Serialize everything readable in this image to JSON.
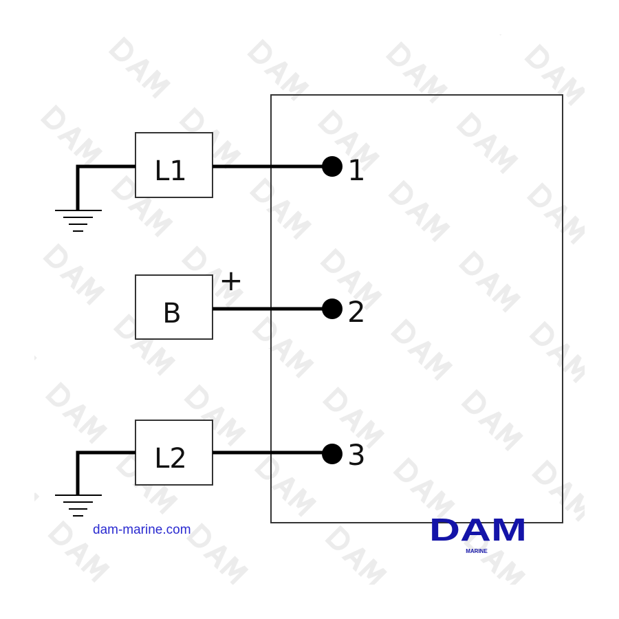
{
  "watermark": "DAM",
  "components": [
    {
      "name": "L1",
      "pin": "1",
      "grounded": true
    },
    {
      "name": "B",
      "pin": "2",
      "polarity": "+",
      "grounded": false
    },
    {
      "name": "L2",
      "pin": "3",
      "grounded": true
    }
  ],
  "footer": {
    "website": "dam-marine.com"
  },
  "logo": {
    "text": "DAM",
    "subtext": "MARINE",
    "color": "#1414a8"
  }
}
